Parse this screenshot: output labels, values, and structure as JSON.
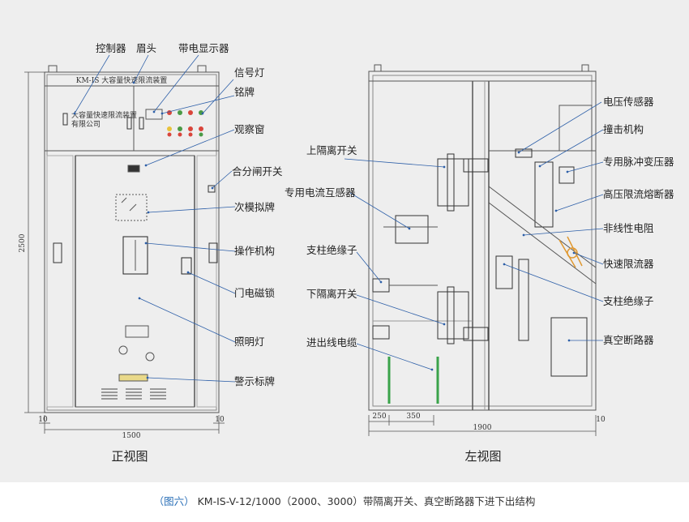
{
  "front_view": {
    "title": "正视图",
    "header_plate": "KM-IS 大容量快速限流装置",
    "nameplate_line1": "大容量快速限流装置",
    "nameplate_line2": "有限公司",
    "dim_height": "2500",
    "dim_width": "1500",
    "dim_left_margin": "10",
    "dim_right_margin": "10",
    "labels": [
      "控制器",
      "眉头",
      "带电显示器",
      "信号灯",
      "铭牌",
      "观察窗",
      "合分闸开关",
      "次模拟牌",
      "操作机构",
      "门电磁锁",
      "照明灯",
      "警示标牌"
    ]
  },
  "left_view": {
    "title": "左视图",
    "dim_a": "250",
    "dim_b": "350",
    "dim_width": "1900",
    "dim_right_margin": "10",
    "labels_left": [
      "上隔离开关",
      "专用电流互感器",
      "支柱绝缘子",
      "下隔离开关",
      "进出线电缆"
    ],
    "labels_right": [
      "电压传感器",
      "撞击机构",
      "专用脉冲变压器",
      "高压限流熔断器",
      "非线性电阻",
      "快速限流器",
      "支柱绝缘子",
      "真空断路器"
    ]
  },
  "caption": {
    "figure_tag": "（图六）",
    "text": "KM-IS-V-12/1000（2000、3000）带隔离开关、真空断路器下进下出结构"
  }
}
